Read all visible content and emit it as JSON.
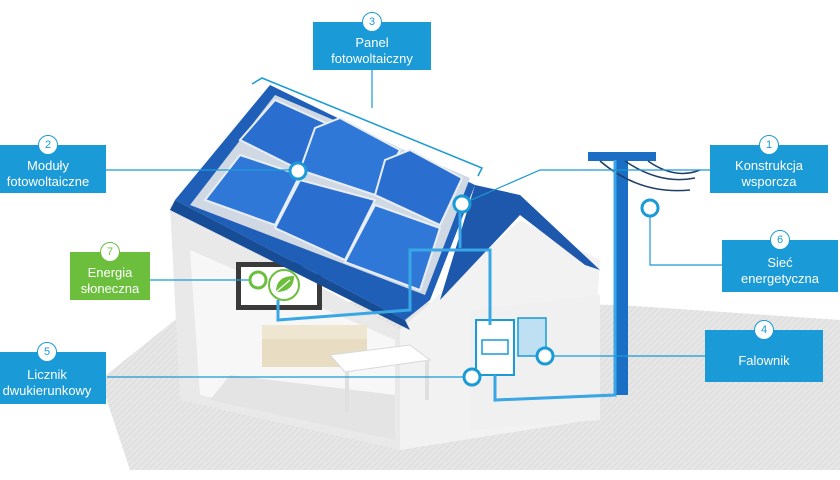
{
  "colors": {
    "accent_blue": "#1a9ad6",
    "accent_green": "#6cbf3c",
    "panel_blue": "#2a6fd0",
    "roof_blue": "#1f5fb8"
  },
  "callouts": {
    "c1": {
      "number": "1",
      "line1": "Konstrukcja",
      "line2": "wsporcza"
    },
    "c2": {
      "number": "2",
      "line1": "Moduły",
      "line2": "fotowoltaiczne"
    },
    "c3": {
      "number": "3",
      "line1": "Panel",
      "line2": "fotowoltaiczny"
    },
    "c4": {
      "number": "4",
      "line1": "Falownik"
    },
    "c5": {
      "number": "5",
      "line1": "Licznik",
      "line2": "dwukierunkowy"
    },
    "c6": {
      "number": "6",
      "line1": "Sieć",
      "line2": "energetyczna"
    },
    "c7": {
      "number": "7",
      "line1": "Energia",
      "line2": "słoneczna"
    }
  },
  "icons": {
    "leaf": "leaf-icon",
    "power_pole": "power-pole-icon"
  }
}
